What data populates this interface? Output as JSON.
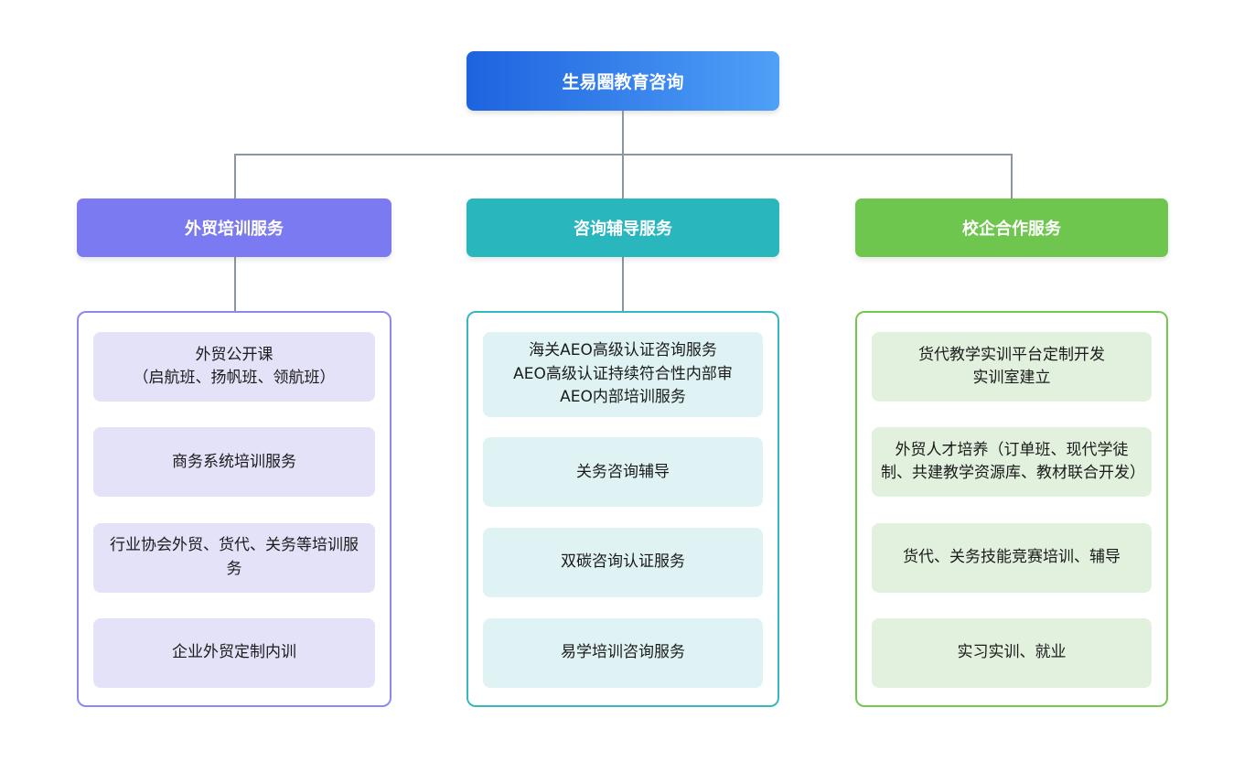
{
  "root": {
    "title": "生易圈教育咨询",
    "gradient_from": "#1E63DF",
    "gradient_to": "#4FA0F7",
    "text_color": "#FFFFFF"
  },
  "connector_color": "#8C96A0",
  "columns": [
    {
      "header": "外贸培训服务",
      "header_color": "#7C7AF0",
      "border_color": "#8B89F3",
      "item_bg": "#E4E2F8",
      "items": [
        {
          "text": "外贸公开课\n（启航班、扬帆班、领航班）"
        },
        {
          "text": "商务系统培训服务"
        },
        {
          "text": "行业协会外贸、货代、关务等培训服务"
        },
        {
          "text": "企业外贸定制内训"
        }
      ]
    },
    {
      "header": "咨询辅导服务",
      "header_color": "#29B6BD",
      "border_color": "#35B8BF",
      "item_bg": "#E0F3F4",
      "items": [
        {
          "text": "海关AEO高级认证咨询服务\nAEO高级认证持续符合性内部审\nAEO内部培训服务"
        },
        {
          "text": "关务咨询辅导"
        },
        {
          "text": "双碳咨询认证服务"
        },
        {
          "text": "易学培训咨询服务"
        }
      ]
    },
    {
      "header": "校企合作服务",
      "header_color": "#6EC64E",
      "border_color": "#74C851",
      "item_bg": "#E2F1DE",
      "items": [
        {
          "text": "货代教学实训平台定制开发\n实训室建立"
        },
        {
          "text": "外贸人才培养（订单班、现代学徒制、共建教学资源库、教材联合开发）"
        },
        {
          "text": "货代、关务技能竞赛培训、辅导"
        },
        {
          "text": "实习实训、就业"
        }
      ]
    }
  ]
}
